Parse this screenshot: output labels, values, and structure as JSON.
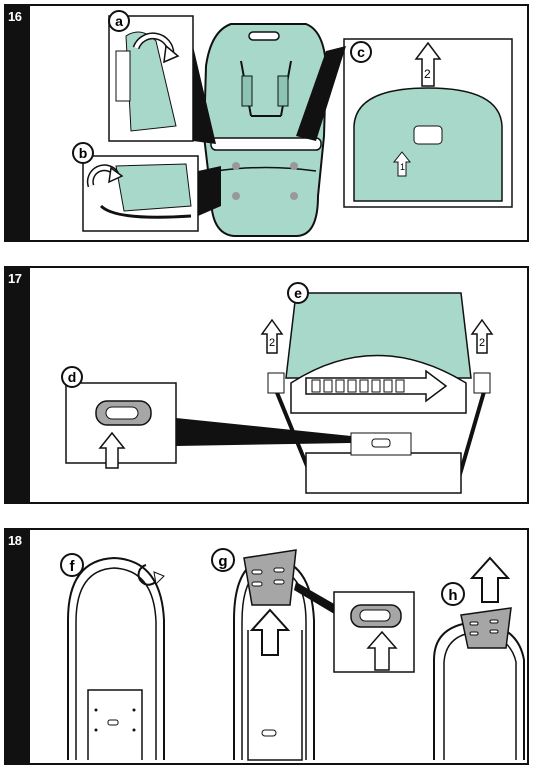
{
  "steps": [
    {
      "number": "16"
    },
    {
      "number": "17"
    },
    {
      "number": "18"
    }
  ],
  "callouts": {
    "a": "a",
    "b": "b",
    "c": "c",
    "d": "d",
    "e": "e",
    "f": "f",
    "g": "g",
    "h": "h"
  },
  "marks": {
    "c_up": "2",
    "c_small": "1",
    "e_left": "2",
    "e_right": "2"
  },
  "colors": {
    "fabric": "#a8d8c9",
    "panel_border": "#111111",
    "pad_gray": "#a6a6a6"
  }
}
